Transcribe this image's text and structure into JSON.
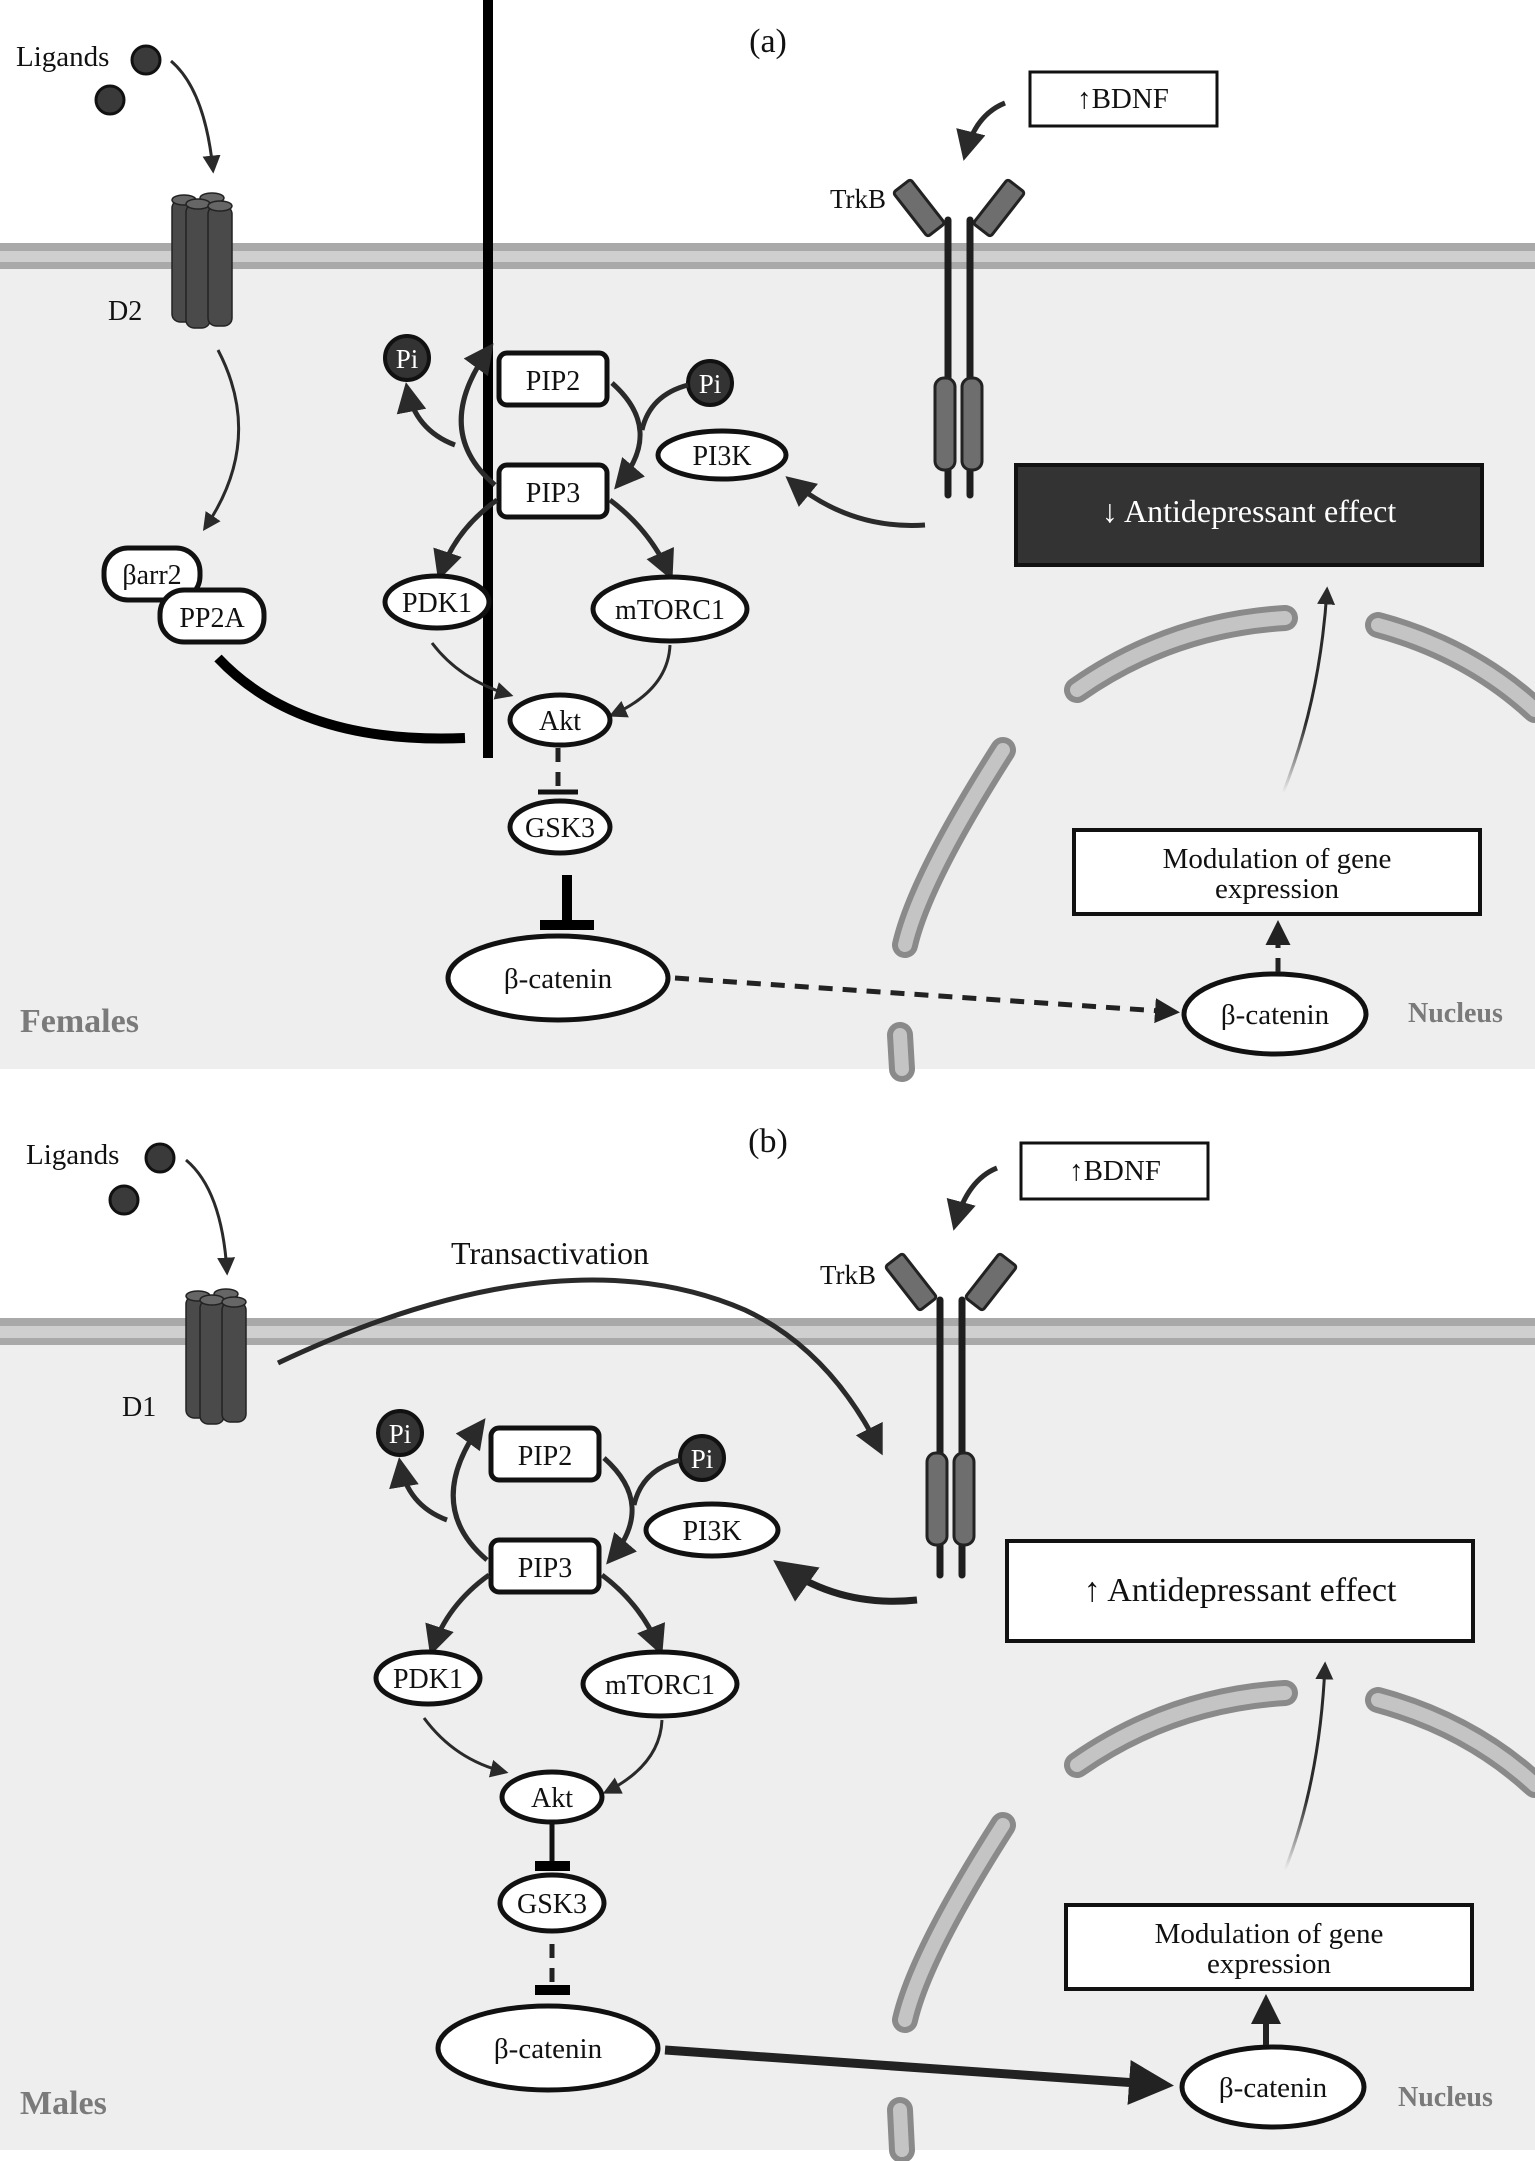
{
  "panels": [
    {
      "id": "a",
      "panel_label": "(a)",
      "sex_label": "Females",
      "ligands_label": "Ligands",
      "receptor_label": "D2",
      "trkb_label": "TrkB",
      "bdnf_label": "↑BDNF",
      "transactivation_label": "",
      "barr2_label": "βarr2",
      "pp2a_label": "PP2A",
      "pi_left_label": "Pi",
      "pi_right_label": "Pi",
      "pip2_label": "PIP2",
      "pip3_label": "PIP3",
      "pi3k_label": "PI3K",
      "pdk1_label": "PDK1",
      "mtorc1_label": "mTORC1",
      "akt_label": "Akt",
      "gsk3_label": "GSK3",
      "bcatenin_cyto_label": "β-catenin",
      "bcatenin_nuc_label": "β-catenin",
      "gene_expr_line1": "Modulation of gene",
      "gene_expr_line2": "expression",
      "nucleus_label": "Nucleus",
      "effect_label": "↓ Antidepressant effect",
      "effect_style": "dark",
      "akt_gsk3_link": "dashed-inhibition",
      "gsk3_bcat_link": "strong-inhibition",
      "bcat_translocation": "dashed"
    },
    {
      "id": "b",
      "panel_label": "(b)",
      "sex_label": "Males",
      "ligands_label": "Ligands",
      "receptor_label": "D1",
      "trkb_label": "TrkB",
      "bdnf_label": "↑BDNF",
      "transactivation_label": "Transactivation",
      "pi_left_label": "Pi",
      "pi_right_label": "Pi",
      "pip2_label": "PIP2",
      "pip3_label": "PIP3",
      "pi3k_label": "PI3K",
      "pdk1_label": "PDK1",
      "mtorc1_label": "mTORC1",
      "akt_label": "Akt",
      "gsk3_label": "GSK3",
      "bcatenin_cyto_label": "β-catenin",
      "bcatenin_nuc_label": "β-catenin",
      "gene_expr_line1": "Modulation of gene",
      "gene_expr_line2": "expression",
      "nucleus_label": "Nucleus",
      "effect_label": "↑ Antidepressant effect",
      "effect_style": "light",
      "akt_gsk3_link": "solid-inhibition",
      "gsk3_bcat_link": "dashed-inhibition",
      "bcat_translocation": "solid"
    }
  ],
  "colors": {
    "cytoplasm": "#eeeeee",
    "membrane_outer": "#a9a9a9",
    "membrane_inner": "#cfcfcf",
    "receptor": "#4a4a4a",
    "trkb_domain": "#6e6e6e",
    "effect_dark_bg": "#333333",
    "nucleus_envelope": "#8a8a8a",
    "group_label": "#7a7a7a"
  }
}
